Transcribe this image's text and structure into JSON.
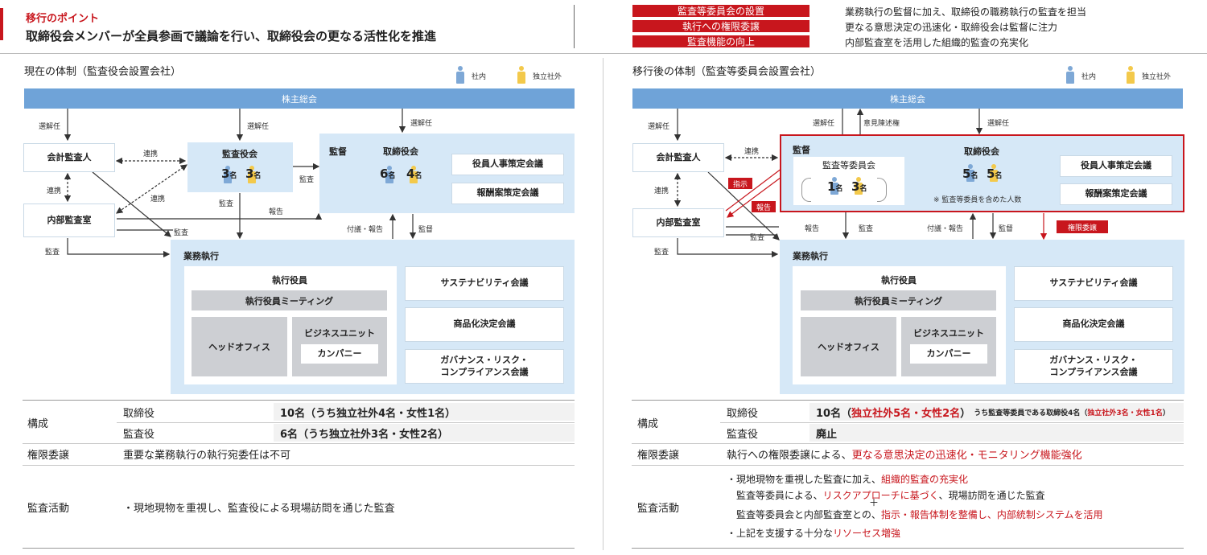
{
  "header": {
    "tag": "移行のポイント",
    "title": "取締役会メンバーが全員参画で議論を行い、取締役会の更なる活性化を推進",
    "points": [
      {
        "label": "監査等委員会の設置",
        "desc": "業務執行の監督に加え、取締役の職務執行の監査を担当"
      },
      {
        "label": "執行への権限委譲",
        "desc": "更なる意思決定の迅速化・取締役会は監督に注力"
      },
      {
        "label": "監査機能の向上",
        "desc": "内部監査室を活用した組織的監査の充実化"
      }
    ]
  },
  "legend": {
    "internal": "社内",
    "external": "独立社外"
  },
  "left": {
    "title": "現在の体制（監査役会設置会社）",
    "shareholders": "株主総会",
    "accounting_auditor": "会計監査人",
    "internal_audit": "内部監査室",
    "audit_board": "監査役会",
    "audit_board_internal": "3",
    "audit_board_external": "3",
    "supervision": "監督",
    "board": "取締役会",
    "board_internal": "6",
    "board_external": "4",
    "committee1": "役員人事策定会議",
    "committee2": "報酬案策定会議",
    "business_execution": "業務執行",
    "executive_officers": "執行役員",
    "exec_meeting": "執行役員ミーティング",
    "head_office": "ヘッドオフィス",
    "business_unit": "ビジネスユニット",
    "company": "カンパニー",
    "council1": "サステナビリティ会議",
    "council2": "商品化決定会議",
    "council3a": "ガバナンス・リスク・",
    "council3b": "コンプライアンス会議",
    "lbl_elect1": "選解任",
    "lbl_elect2": "選解任",
    "lbl_elect3": "選解任",
    "lbl_coop1": "連携",
    "lbl_coop2": "連携",
    "lbl_coop3": "連携",
    "lbl_audit1": "監査",
    "lbl_audit2": "監査",
    "lbl_audit3": "監査",
    "lbl_audit4": "監査",
    "lbl_report": "報告",
    "lbl_submit": "付議・報告",
    "lbl_supervise": "監督",
    "table": {
      "composition": "構成",
      "directors": "取締役",
      "directors_val": "10名（うち独立社外4名・女性1名）",
      "auditors": "監査役",
      "auditors_val": "6名（うち独立社外3名・女性2名）",
      "delegation": "権限委譲",
      "delegation_val": "重要な業務執行の執行宛委任は不可",
      "audit_activity": "監査活動",
      "audit_activity_val": "・現地現物を重視し、監査役による現場訪問を通じた監査"
    }
  },
  "right": {
    "title": "移行後の体制（監査等委員会設置会社）",
    "shareholders": "株主総会",
    "accounting_auditor": "会計監査人",
    "internal_audit": "内部監査室",
    "supervision": "監督",
    "audit_committee": "監査等委員会",
    "audit_committee_internal": "1",
    "audit_committee_external": "3",
    "board": "取締役会",
    "board_internal": "5",
    "board_external": "5",
    "board_note": "※ 監査等委員を含めた人数",
    "committee1": "役員人事策定会議",
    "committee2": "報酬案策定会議",
    "business_execution": "業務執行",
    "executive_officers": "執行役員",
    "exec_meeting": "執行役員ミーティング",
    "head_office": "ヘッドオフィス",
    "business_unit": "ビジネスユニット",
    "company": "カンパニー",
    "council1": "サステナビリティ会議",
    "council2": "商品化決定会議",
    "council3a": "ガバナンス・リスク・",
    "council3b": "コンプライアンス会議",
    "lbl_elect1": "選解任",
    "lbl_elect2": "選解任",
    "lbl_elect3": "選解任",
    "lbl_opinion": "意見陳述権",
    "lbl_coop1": "連携",
    "lbl_coop2": "連携",
    "lbl_instruct": "指示",
    "lbl_report_red": "報告",
    "lbl_report": "報告",
    "lbl_audit1": "監査",
    "lbl_audit2": "監査",
    "lbl_audit3": "監査",
    "lbl_submit": "付議・報告",
    "lbl_supervise": "監督",
    "lbl_delegation": "権限委譲",
    "table": {
      "composition": "構成",
      "directors": "取締役",
      "directors_num": "10名（",
      "directors_ext": "独立社外5名・女性2名",
      "directors_close": "）",
      "directors_note1": "うち監査等委員である取締役4名（",
      "directors_note2": "独立社外3名・女性1名",
      "directors_note3": "）",
      "auditors": "監査役",
      "auditors_val": "廃止",
      "delegation": "権限委譲",
      "delegation_val1": "執行への権限委譲による、",
      "delegation_val2": "更なる意思決定の迅速化・モニタリング機能強化",
      "audit_activity": "監査活動",
      "act1a": "・現地現物を重視した監査に加え、",
      "act1b": "組織的監査の充実化",
      "act2a": "監査等委員による、",
      "act2b": "リスクアプローチに基づく",
      "act2c": "、現場訪問を通じた監査",
      "plus": "＋",
      "act3a": "監査等委員会と内部監査室との、",
      "act3b": "指示・報告体制を整備し、内部統制システムを活用",
      "act4a": "・上記を支援する十分な",
      "act4b": "リソーセス増強"
    }
  },
  "unit": "名"
}
